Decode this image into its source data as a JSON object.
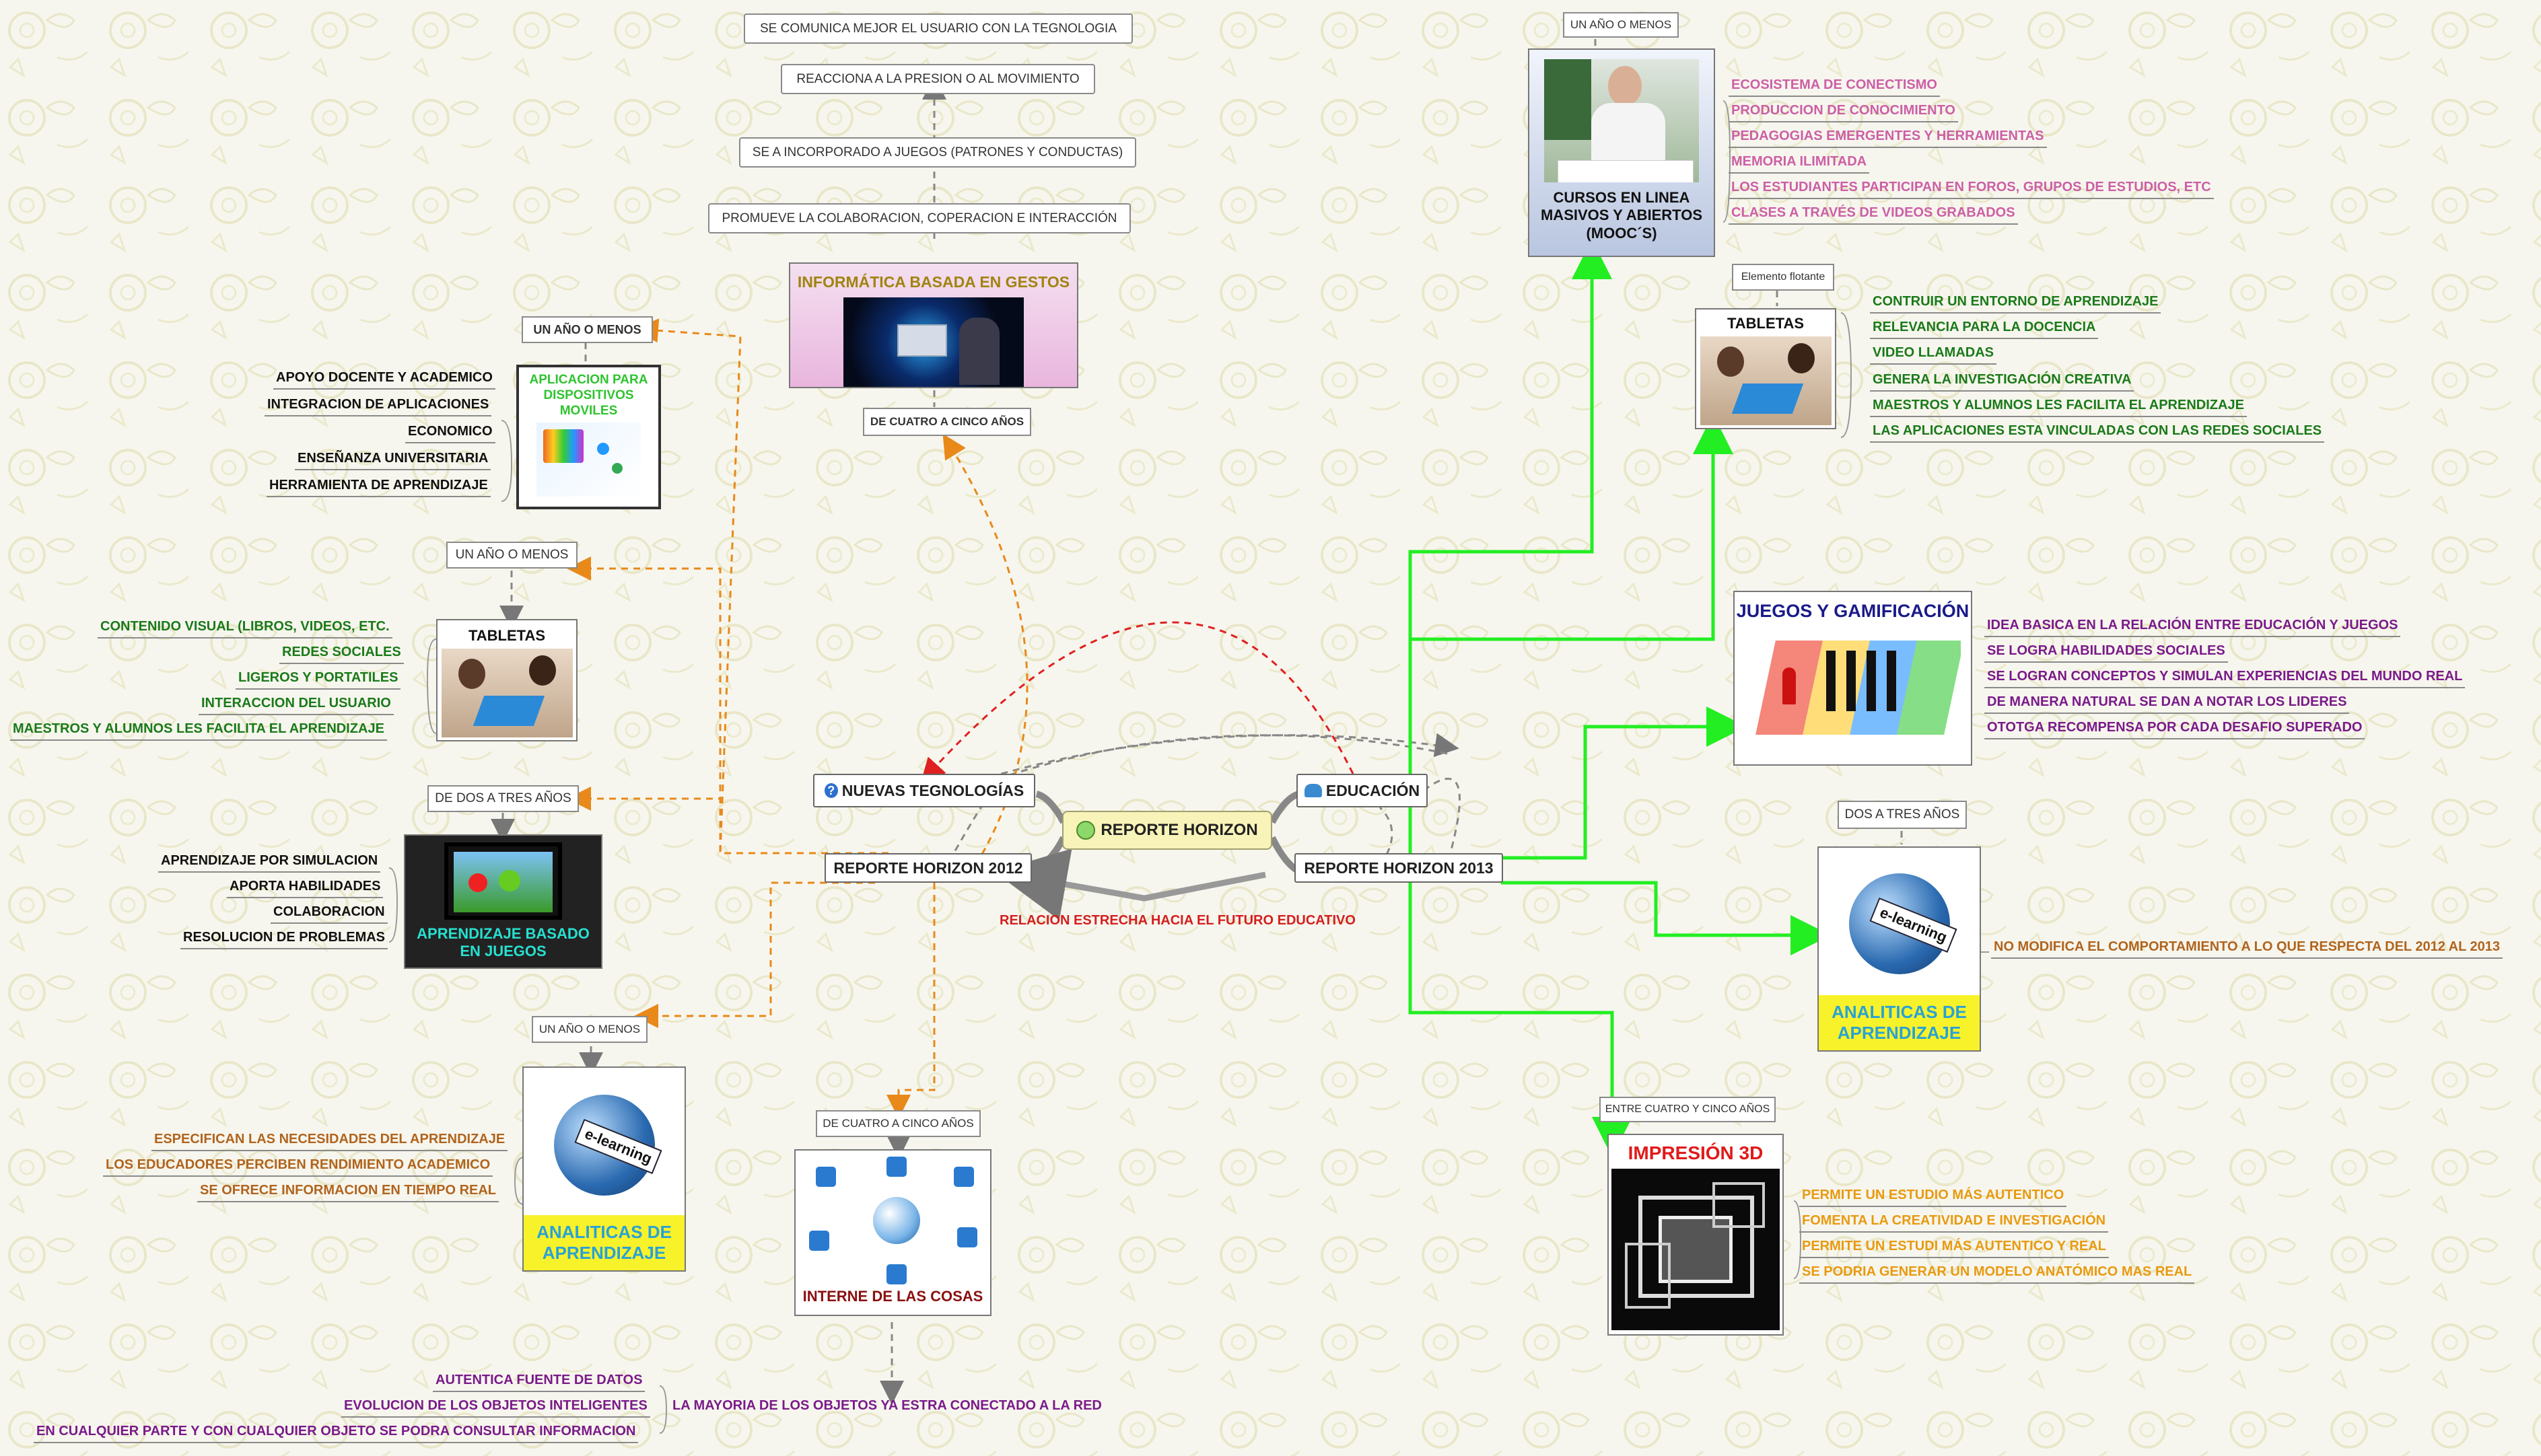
{
  "colors": {
    "green": "#1aa31a",
    "pink": "#cc5fa6",
    "purple": "#7a1a8a",
    "orange": "#e89a10",
    "brown": "#b0641e",
    "darkgreen": "#1a7a1a",
    "wireGreen": "#22ee22",
    "wireOrange": "#e8891a",
    "wireRed": "#e02020"
  },
  "center": {
    "label": "REPORTE HORIZON"
  },
  "nuevas": {
    "label": "NUEVAS TEGNOLOGÍAS"
  },
  "educacion": {
    "label": "EDUCACIÓN"
  },
  "r2012": {
    "label": "REPORTE HORIZON 2012"
  },
  "r2013": {
    "label": "REPORTE HORIZON 2013"
  },
  "relacion": {
    "label": "RELACION ESTRECHA HACIA EL FUTURO EDUCATIVO"
  },
  "gestos": {
    "title": "INFORMÁTICA BASADA EN GESTOS",
    "tag": "DE CUATRO A CINCO AÑOS",
    "chain": [
      "SE COMUNICA MEJOR EL USUARIO CON LA TEGNOLOGIA",
      "REACCIONA A LA PRESION O AL MOVIMIENTO",
      "SE A INCORPORADO A JUEGOS (PATRONES Y CONDUCTAS)",
      "PROMUEVE LA COLABORACION, COPERACION E INTERACCIÓN"
    ]
  },
  "moviles": {
    "tag": "UN AÑO O MENOS",
    "title": "APLICACION PARA DISPOSITIVOS MOVILES",
    "items": [
      "APOYO DOCENTE Y ACADEMICO",
      "INTEGRACION DE APLICACIONES",
      "ECONOMICO",
      "ENSEÑANZA UNIVERSITARIA",
      "HERRAMIENTA DE APRENDIZAJE"
    ]
  },
  "tabletas12": {
    "tag": "UN AÑO O MENOS",
    "title": "TABLETAS",
    "items": [
      "CONTENIDO VISUAL (LIBROS, VIDEOS, ETC.",
      "REDES SOCIALES",
      "LIGEROS Y PORTATILES",
      "INTERACCION DEL USUARIO",
      "MAESTROS Y ALUMNOS  LES FACILITA EL APRENDIZAJE"
    ]
  },
  "juegos12": {
    "tag": "DE DOS A TRES AÑOS",
    "title": "APRENDIZAJE BASADO EN JUEGOS",
    "items": [
      "APRENDIZAJE POR SIMULACION",
      "APORTA HABILIDADES",
      "COLABORACION",
      "RESOLUCION DE PROBLEMAS"
    ]
  },
  "analiticas12": {
    "tag": "UN AÑO O MENOS",
    "title": "ANALITICAS DE APRENDIZAJE",
    "badge": "e-learning",
    "items": [
      "ESPECIFICAN LAS NECESIDADES DEL APRENDIZAJE",
      "LOS EDUCADORES PERCIBEN  RENDIMIENTO ACADEMICO",
      "SE OFRECE INFORMACION EN TIEMPO REAL"
    ]
  },
  "cosas": {
    "tag": "DE CUATRO A CINCO AÑOS",
    "title": "INTERNE DE LAS COSAS",
    "right": "LA MAYORIA DE LOS OBJETOS YA ESTRA CONECTADO A LA RED",
    "items": [
      "AUTENTICA FUENTE DE DATOS",
      "EVOLUCION DE LOS OBJETOS INTELIGENTES",
      "EN CUALQUIER PARTE Y CON CUALQUIER OBJETO SE PODRA CONSULTAR INFORMACION"
    ]
  },
  "moocs": {
    "tag": "UN AÑO O MENOS",
    "title": "CURSOS EN LINEA MASIVOS Y ABIERTOS (MOOC´S)",
    "items": [
      "ECOSISTEMA DE CONECTISMO",
      "PRODUCCION DE CONOCIMIENTO",
      "PEDAGOGIAS EMERGENTES Y HERRAMIENTAS",
      "MEMORIA ILIMITADA",
      "LOS ESTUDIANTES PARTICIPAN EN FOROS, GRUPOS DE ESTUDIOS, ETC",
      "CLASES A TRAVÉS DE VIDEOS GRABADOS"
    ]
  },
  "tabletas13": {
    "tag": "Elemento flotante",
    "title": "TABLETAS",
    "items": [
      "CONTRUIR UN ENTORNO DE APRENDIZAJE",
      "RELEVANCIA PARA LA DOCENCIA",
      "VIDEO LLAMADAS",
      "GENERA LA INVESTIGACIÓN CREATIVA",
      "MAESTROS Y ALUMNOS  LES FACILITA EL APRENDIZAJE",
      "LAS APLICACIONES ESTA VINCULADAS CON LAS REDES SOCIALES"
    ]
  },
  "gamificacion": {
    "title": "JUEGOS Y GAMIFICACIÓN",
    "items": [
      "IDEA BASICA EN LA RELACIÓN ENTRE EDUCACIÓN Y JUEGOS",
      "SE LOGRA HABILIDADES SOCIALES",
      "SE LOGRAN CONCEPTOS Y SIMULAN EXPERIENCIAS DEL MUNDO REAL",
      "DE MANERA NATURAL SE DAN A NOTAR LOS LIDERES",
      "OTOTGA RECOMPENSA POR CADA DESAFIO SUPERADO"
    ]
  },
  "analiticas13": {
    "tag": "DOS A TRES AÑOS",
    "title": "ANALITICAS DE APRENDIZAJE",
    "badge": "e-learning",
    "items": [
      "NO MODIFICA EL COMPORTAMIENTO A LO QUE RESPECTA DEL 2012 AL 2013"
    ]
  },
  "impresion": {
    "tag": "ENTRE CUATRO Y CINCO AÑOS",
    "title": "IMPRESIÓN 3D",
    "items": [
      "PERMITE UN ESTUDIO MÁS AUTENTICO",
      "FOMENTA LA CREATIVIDAD E INVESTIGACIÓN",
      "PERMITE UN ESTUDI MÁS AUTENTICO Y REAL",
      "SE PODRIA GENERAR UN MODELO ANATÓMICO MAS REAL"
    ]
  }
}
